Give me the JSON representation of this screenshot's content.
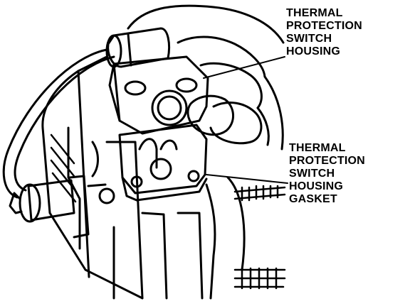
{
  "labels": {
    "housing": [
      "THERMAL",
      "PROTECTION",
      "SWITCH",
      "HOUSING"
    ],
    "gasket": [
      "THERMAL",
      "PROTECTION",
      "SWITCH",
      "HOUSING",
      "GASKET"
    ]
  },
  "colors": {
    "ink": "#000000",
    "paper": "#ffffff"
  }
}
